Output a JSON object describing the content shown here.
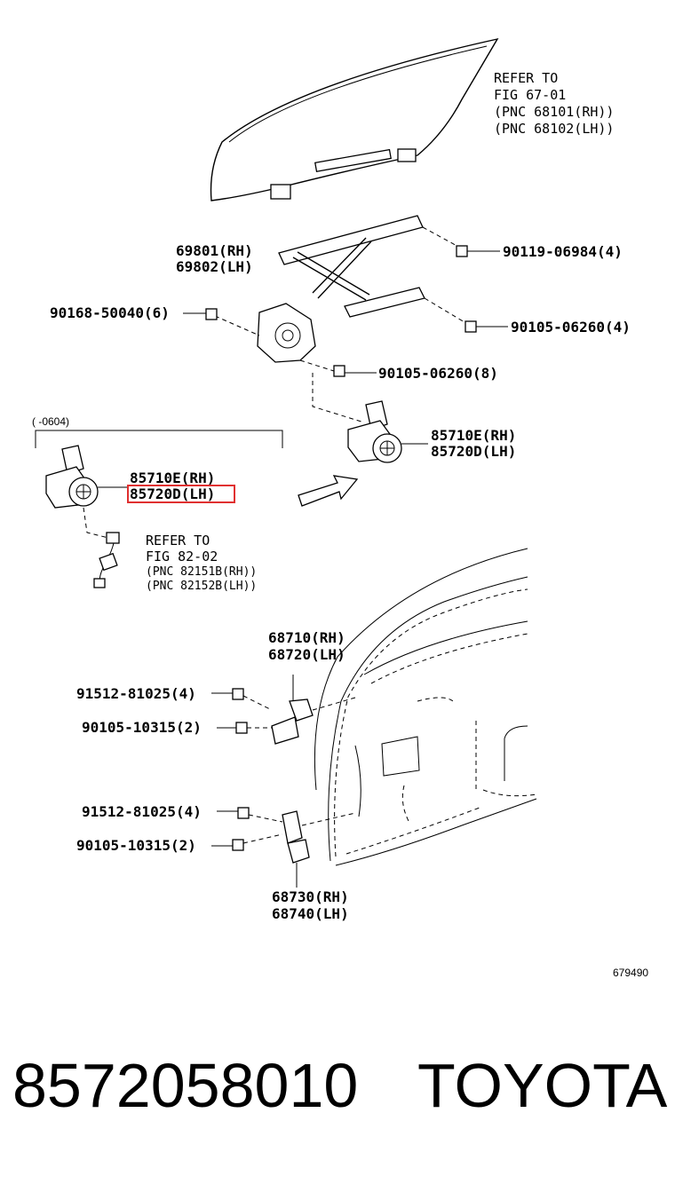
{
  "labels": {
    "refer_glass": [
      "REFER TO",
      "FIG 67-01",
      "(PNC 68101(RH))",
      "(PNC 68102(LH))"
    ],
    "regulator": [
      "69801(RH)",
      "69802(LH)"
    ],
    "bolt_90119": "90119-06984(4)",
    "bolt_90168": "90168-50040(6)",
    "bolt_90105_4": "90105-06260(4)",
    "bolt_90105_8": "90105-06260(8)",
    "motor_new": [
      "85710E(RH)",
      "85720D(LH)"
    ],
    "motor_old": [
      "85710E(RH)",
      "85720D(LH)"
    ],
    "date_range": "(     -0604)",
    "refer_wire": [
      "REFER TO",
      "FIG 82-02",
      "(PNC 82151B(RH))",
      "(PNC 82152B(LH))"
    ],
    "hinge_upper": [
      "68710(RH)",
      "68720(LH)"
    ],
    "hinge_lower": [
      "68730(RH)",
      "68740(LH)"
    ],
    "upper_bolt_a": "91512-81025(4)",
    "upper_bolt_b": "90105-10315(2)",
    "lower_bolt_a": "91512-81025(4)",
    "lower_bolt_b": "90105-10315(2)",
    "figure_no": "679490"
  },
  "highlight": {
    "label": "85720D(LH)",
    "color": "#e03030"
  },
  "footer": {
    "part_number": "8572058010",
    "brand": "TOYOTA"
  }
}
